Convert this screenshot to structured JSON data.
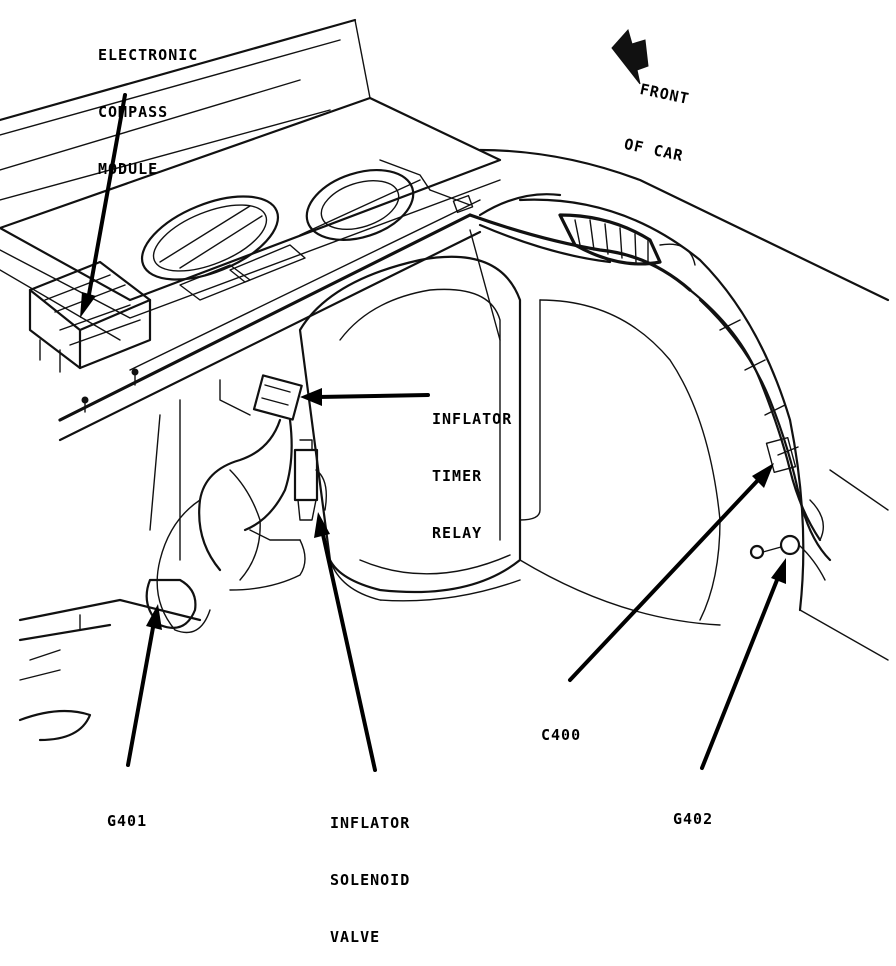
{
  "labels": {
    "compass": [
      "ELECTRONIC",
      "COMPASS",
      "MODULE"
    ],
    "front": [
      "FRONT",
      "OF CAR"
    ],
    "timer_relay": [
      "INFLATOR",
      "TIMER",
      "RELAY"
    ],
    "solenoid": [
      "INFLATOR",
      "SOLENOID",
      "VALVE"
    ],
    "c400": "C400",
    "g401": "G401",
    "g402": "G402"
  }
}
